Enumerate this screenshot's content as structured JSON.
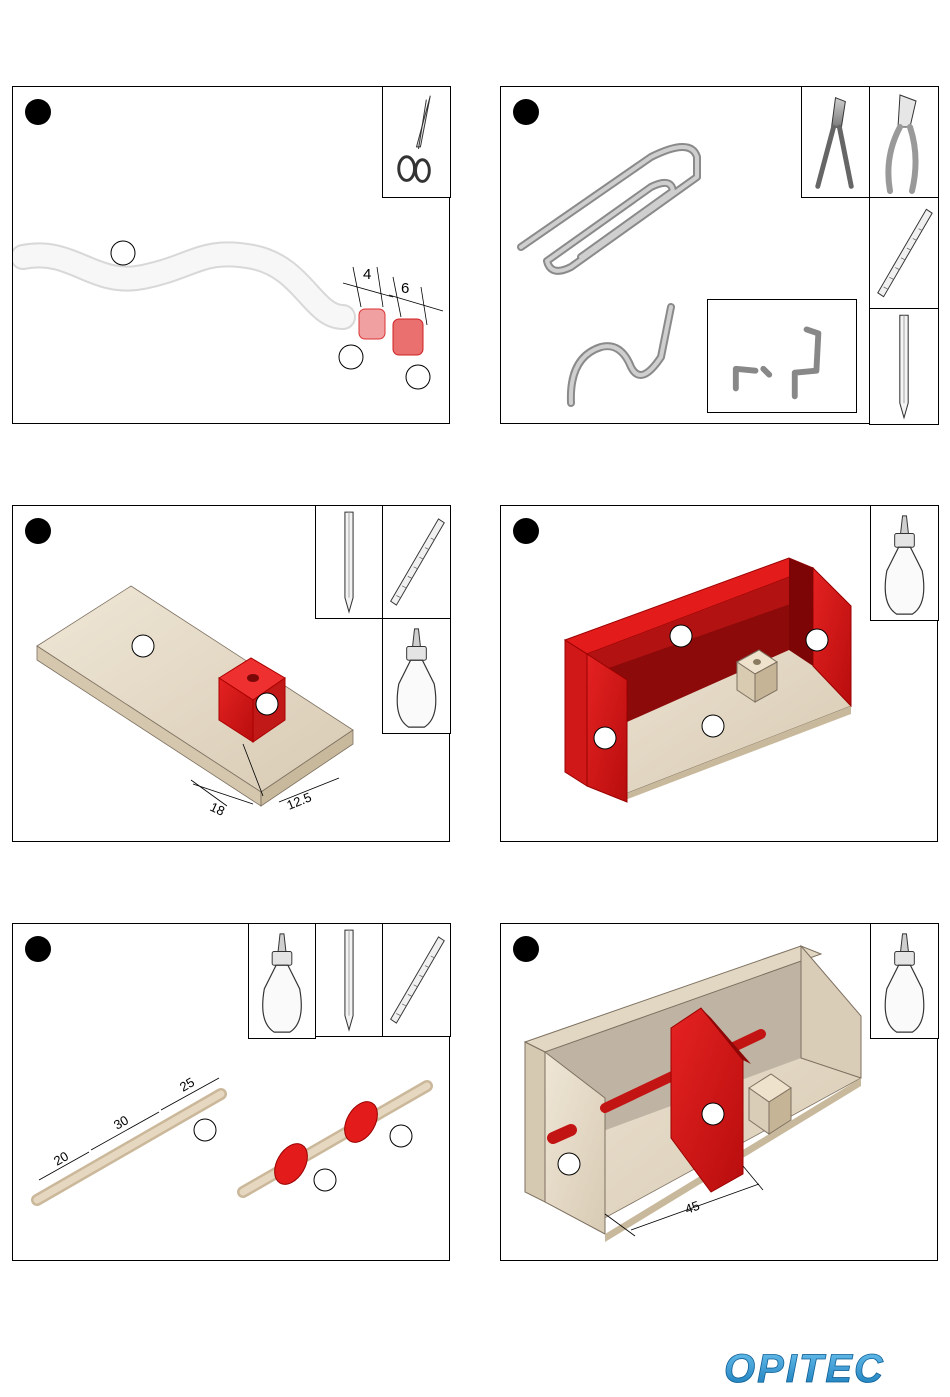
{
  "steps": [
    {
      "id": "step1",
      "tools": [
        "scissors-icon"
      ],
      "dimensions": {
        "tube_a": "4",
        "tube_b": "6"
      }
    },
    {
      "id": "step2",
      "tools": [
        "pliers-icon",
        "side-cutter-icon",
        "ruler-icon",
        "pencil-icon"
      ]
    },
    {
      "id": "step3",
      "tools": [
        "pencil-icon",
        "ruler-icon",
        "glue-bottle-icon"
      ],
      "dimensions": {
        "block_offset": "18",
        "block_edge": "12.5"
      }
    },
    {
      "id": "step4",
      "tools": [
        "glue-bottle-icon"
      ]
    },
    {
      "id": "step5",
      "tools": [
        "glue-bottle-icon",
        "pencil-icon",
        "ruler-icon"
      ],
      "dimensions": {
        "seg_a": "20",
        "seg_b": "30",
        "seg_c": "25"
      }
    },
    {
      "id": "step6",
      "tools": [
        "glue-bottle-icon"
      ],
      "dimensions": {
        "plate_offset": "45"
      }
    }
  ],
  "colors": {
    "accent": "#e31b1b",
    "wood": "#e6dccb",
    "logo": "#1e9ad6"
  },
  "brand": {
    "logo_text": "OPITEC"
  }
}
